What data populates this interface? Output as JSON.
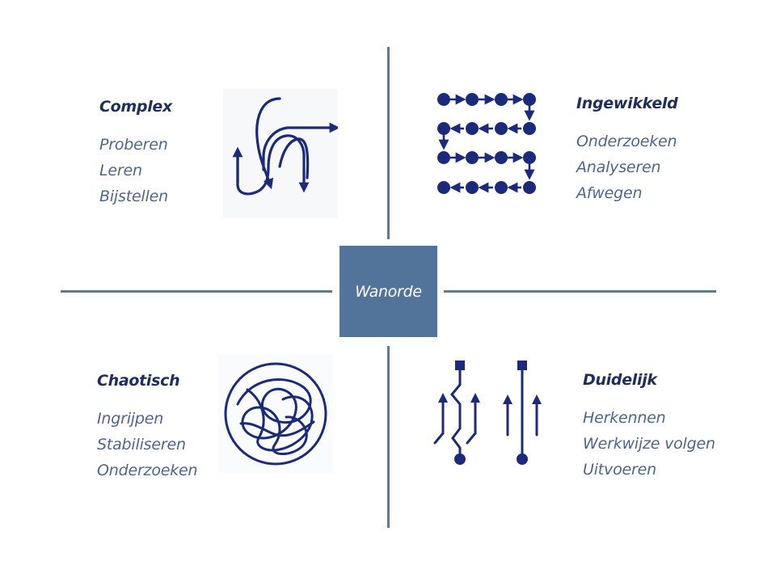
{
  "center": {
    "label": "Wanorde"
  },
  "quadrants": {
    "complex": {
      "title": "Complex",
      "steps": [
        "Proberen",
        "Leren",
        "Bijstellen"
      ]
    },
    "ingewikkeld": {
      "title": "Ingewikkeld",
      "steps": [
        "Onderzoeken",
        "Analyseren",
        "Afwegen"
      ]
    },
    "chaotisch": {
      "title": "Chaotisch",
      "steps": [
        "Ingrijpen",
        "Stabiliseren",
        "Onderzoeken"
      ]
    },
    "duidelijk": {
      "title": "Duidelijk",
      "steps": [
        "Herkennen",
        "Werkwijze volgen",
        "Uitvoeren"
      ]
    }
  },
  "icons": {
    "complex": "looping-arrows-icon",
    "ingewikkeld": "dot-grid-flow-icon",
    "chaotisch": "tangled-circle-icon",
    "duidelijk": "straight-paths-icon"
  },
  "colors": {
    "axis": "#5c7a9c",
    "center_box": "#53749a",
    "title": "#1d2f5c",
    "step": "#4b6691",
    "icon": "#1b2a7a"
  }
}
